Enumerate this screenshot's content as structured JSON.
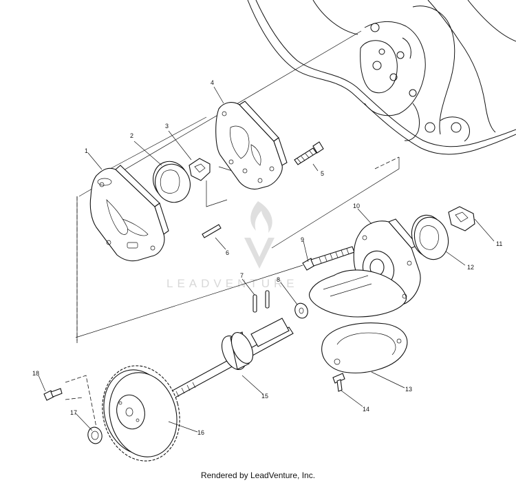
{
  "diagram": {
    "callouts": [
      {
        "id": "1",
        "label": "1"
      },
      {
        "id": "2",
        "label": "2"
      },
      {
        "id": "3",
        "label": "3"
      },
      {
        "id": "4",
        "label": "4"
      },
      {
        "id": "5",
        "label": "5"
      },
      {
        "id": "6",
        "label": "6"
      },
      {
        "id": "7",
        "label": "7"
      },
      {
        "id": "8",
        "label": "8"
      },
      {
        "id": "9",
        "label": "9"
      },
      {
        "id": "10",
        "label": "10"
      },
      {
        "id": "11",
        "label": "11"
      },
      {
        "id": "12",
        "label": "12"
      },
      {
        "id": "13",
        "label": "13"
      },
      {
        "id": "14",
        "label": "14"
      },
      {
        "id": "15",
        "label": "15"
      },
      {
        "id": "16",
        "label": "16"
      },
      {
        "id": "17",
        "label": "17"
      },
      {
        "id": "18",
        "label": "18"
      }
    ]
  },
  "watermark": {
    "text": "LEADVENTURE"
  },
  "footer": {
    "text": "Rendered by LeadVenture, Inc."
  }
}
